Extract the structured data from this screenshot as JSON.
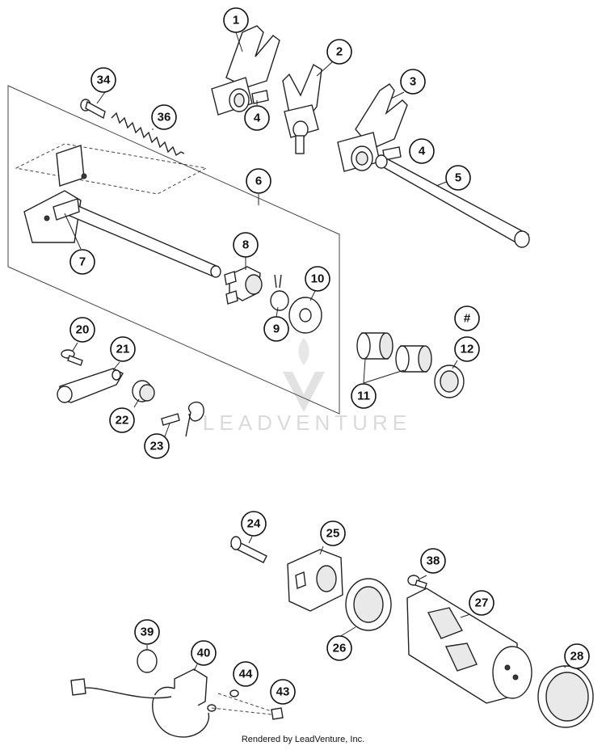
{
  "watermark": {
    "brand": "LEADVENTURE"
  },
  "footer": {
    "text": "Rendered by LeadVenture, Inc."
  },
  "callouts": [
    {
      "id": "c1",
      "label": "1"
    },
    {
      "id": "c2",
      "label": "2"
    },
    {
      "id": "c3",
      "label": "3"
    },
    {
      "id": "c4a",
      "label": "4"
    },
    {
      "id": "c4b",
      "label": "4"
    },
    {
      "id": "c5",
      "label": "5"
    },
    {
      "id": "c6",
      "label": "6"
    },
    {
      "id": "c7",
      "label": "7"
    },
    {
      "id": "c8",
      "label": "8"
    },
    {
      "id": "c9",
      "label": "9"
    },
    {
      "id": "c10",
      "label": "10"
    },
    {
      "id": "c11",
      "label": "11"
    },
    {
      "id": "c12",
      "label": "12"
    },
    {
      "id": "chash",
      "label": "#"
    },
    {
      "id": "c20",
      "label": "20"
    },
    {
      "id": "c21",
      "label": "21"
    },
    {
      "id": "c22",
      "label": "22"
    },
    {
      "id": "c23",
      "label": "23"
    },
    {
      "id": "c24",
      "label": "24"
    },
    {
      "id": "c25",
      "label": "25"
    },
    {
      "id": "c26",
      "label": "26"
    },
    {
      "id": "c27",
      "label": "27"
    },
    {
      "id": "c28",
      "label": "28"
    },
    {
      "id": "c34",
      "label": "34"
    },
    {
      "id": "c36",
      "label": "36"
    },
    {
      "id": "c38",
      "label": "38"
    },
    {
      "id": "c39",
      "label": "39"
    },
    {
      "id": "c40",
      "label": "40"
    },
    {
      "id": "c43",
      "label": "43"
    },
    {
      "id": "c44",
      "label": "44"
    }
  ]
}
